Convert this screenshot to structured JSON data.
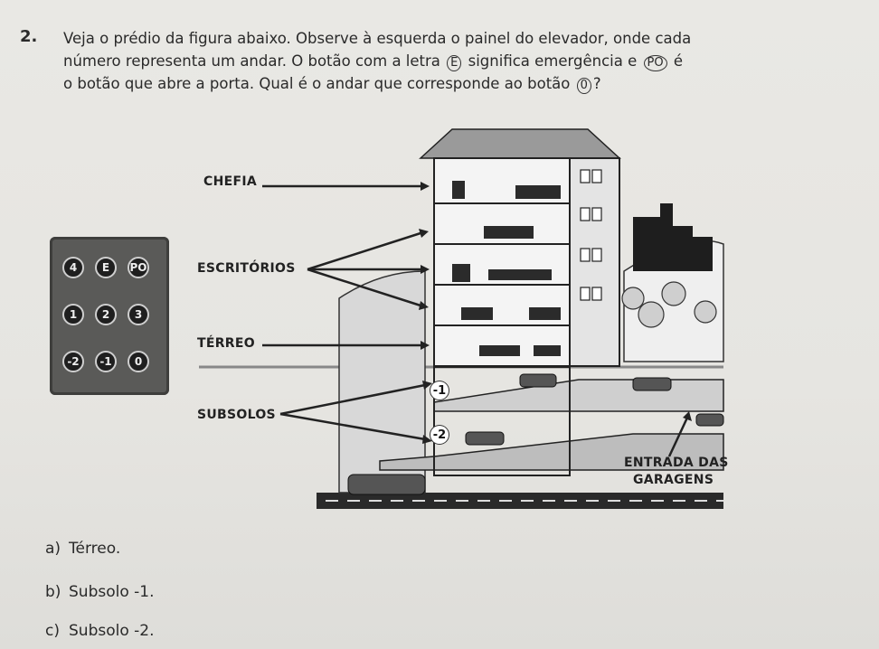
{
  "question": {
    "number": "2.",
    "lines": [
      "Veja o prédio da figura abaixo. Observe à esquerda o painel do elevador, onde cada",
      "número representa um andar. O botão com a letra",
      "significa emergência e",
      "é",
      "o botão que abre a porta. Qual é o andar que corresponde ao botão",
      "?"
    ],
    "symbols": {
      "e": "E",
      "po": "PO",
      "zero": "0"
    }
  },
  "panel": {
    "buttons": [
      "4",
      "E",
      "PO",
      "1",
      "2",
      "3",
      "-2",
      "-1",
      "0"
    ]
  },
  "labels": {
    "chefia": "CHEFIA",
    "escritorios": "ESCRITÓRIOS",
    "terreo": "TÉRREO",
    "subsolos": "SUBSOLOS",
    "entrada1": "ENTRADA DAS",
    "entrada2": "GARAGENS",
    "floor_minus1": "-1",
    "floor_minus2": "-2"
  },
  "options": [
    {
      "letter": "a)",
      "text": "Térreo."
    },
    {
      "letter": "b)",
      "text": "Subsolo -1."
    },
    {
      "letter": "c)",
      "text": "Subsolo -2."
    }
  ]
}
